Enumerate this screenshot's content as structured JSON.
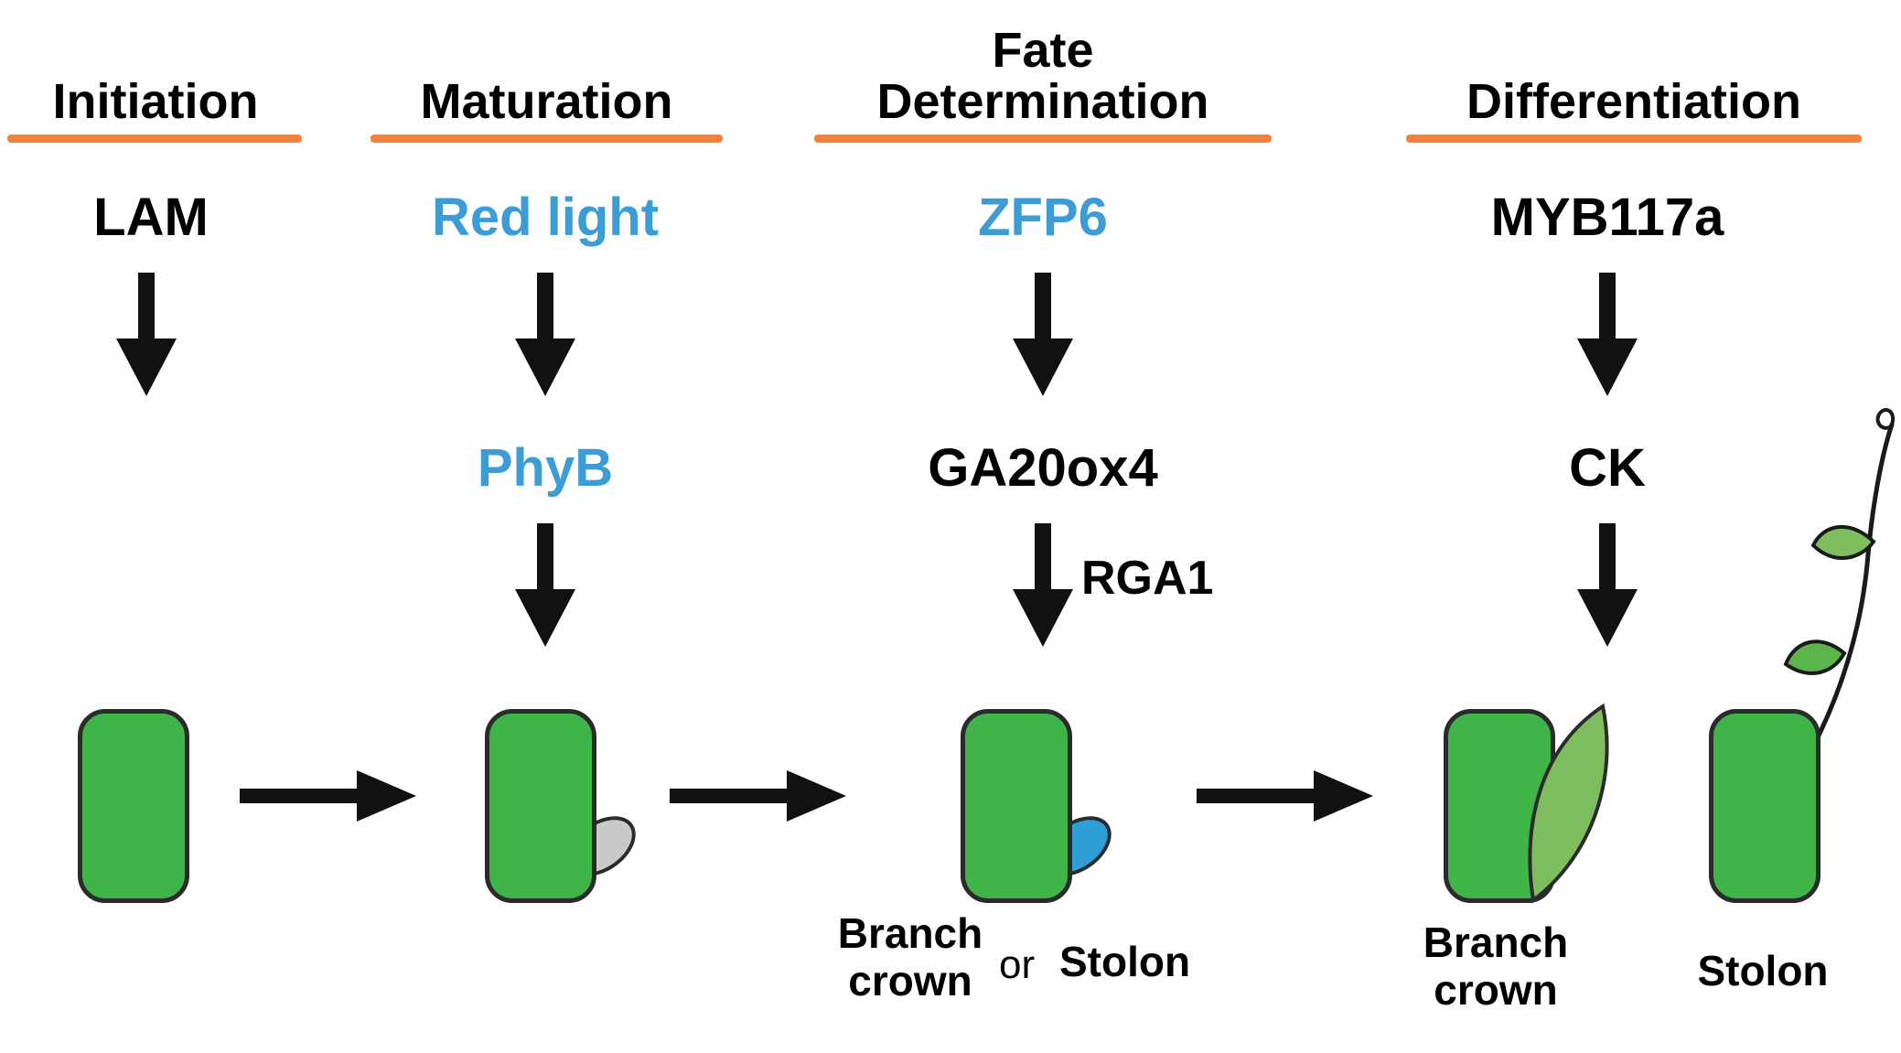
{
  "figure": {
    "description_title": "Axillary bud development stages diagram"
  },
  "stages": [
    {
      "title": "Initiation",
      "factors": [
        {
          "label": "LAM",
          "color": "black"
        }
      ]
    },
    {
      "title": "Maturation",
      "factors": [
        {
          "label": "Red light",
          "color": "blue"
        },
        {
          "label": "PhyB",
          "color": "blue"
        }
      ]
    },
    {
      "title": "Fate\nDetermination",
      "factors": [
        {
          "label": "ZFP6",
          "color": "blue"
        },
        {
          "label": "GA20ox4",
          "color": "black"
        }
      ],
      "arrow_side_label": "RGA1"
    },
    {
      "title": "Differentiation",
      "factors": [
        {
          "label": "MYB117a",
          "color": "black"
        },
        {
          "label": "CK",
          "color": "black"
        }
      ]
    }
  ],
  "outcomes": {
    "fate_label_branch": "Branch\ncrown",
    "fate_label_or": "or",
    "fate_label_stolon": "Stolon",
    "diff_label_branch": "Branch\ncrown",
    "diff_label_stolon": "Stolon"
  },
  "colors": {
    "underline_orange": "#F5813C",
    "factor_blue": "#3D9BD5",
    "text_black": "#000000",
    "bud_green": "#3FB549",
    "bud_outline": "#2B2B2B",
    "primordium_gray": "#C9C9C9",
    "primordium_blue": "#2D9FD6",
    "leaf_light_green": "#7FBE5F",
    "stolon_leaf_green": "#5BB54B",
    "arrow_black": "#111111"
  }
}
